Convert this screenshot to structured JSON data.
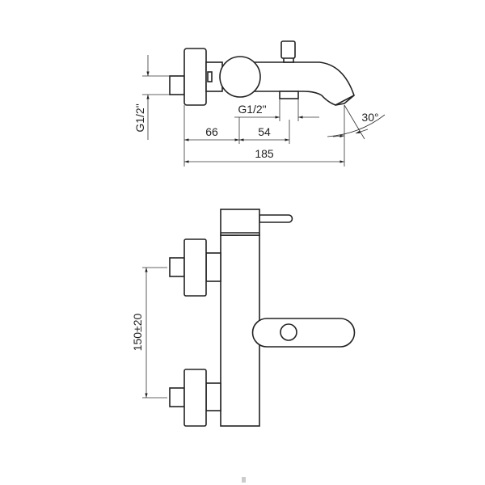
{
  "top_view": {
    "dim_inlet": "G1/2\"",
    "dim_outlet": "G1/2\"",
    "dim_66": "66",
    "dim_54": "54",
    "dim_185": "185",
    "angle": "30°"
  },
  "front_view": {
    "dim_spacing": "150±20"
  },
  "colors": {
    "line": "#222222",
    "background": "#ffffff"
  }
}
